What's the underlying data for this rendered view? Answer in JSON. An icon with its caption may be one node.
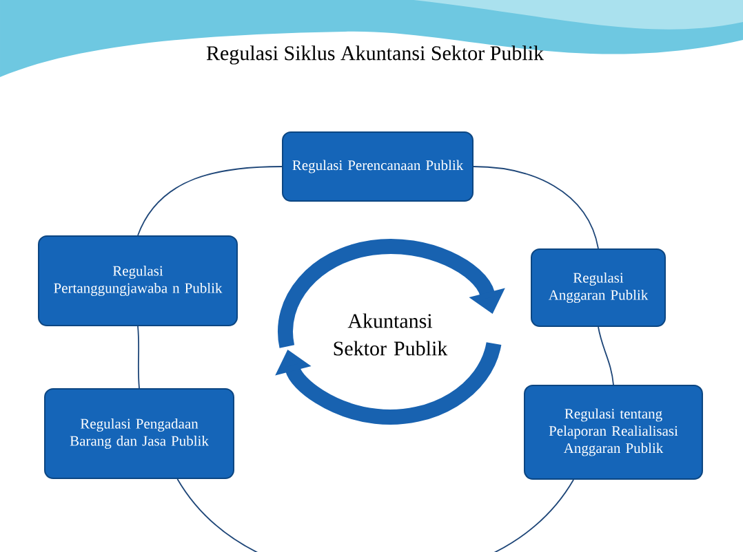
{
  "diagram": {
    "title": "Regulasi Siklus Akuntansi Sektor Publik",
    "nodes": [
      {
        "text": [
          "Regulasi Perencanaan Publik"
        ]
      },
      {
        "text": [
          "Regulasi Anggaran Publik"
        ]
      },
      {
        "text": [
          "Regulasi tentang Pelaporan Realialisasi Anggaran Publik"
        ]
      },
      {
        "text": [
          "Regulasi Pengadaan Barang dan Jasa Publik"
        ]
      },
      {
        "text": [
          "Regulasi Pertanggungjawaba n Publik"
        ]
      }
    ],
    "edges": [
      {
        "from": 0,
        "to": 1,
        "arrow": "none"
      },
      {
        "from": 1,
        "to": 2,
        "arrow": "none"
      },
      {
        "from": 2,
        "to": 3,
        "arrow": "none"
      },
      {
        "from": 3,
        "to": 4,
        "arrow": "none"
      },
      {
        "from": 4,
        "to": 0,
        "arrow": "none"
      }
    ],
    "labels": [
      "Akuntansi Sektor Publik"
    ]
  }
}
